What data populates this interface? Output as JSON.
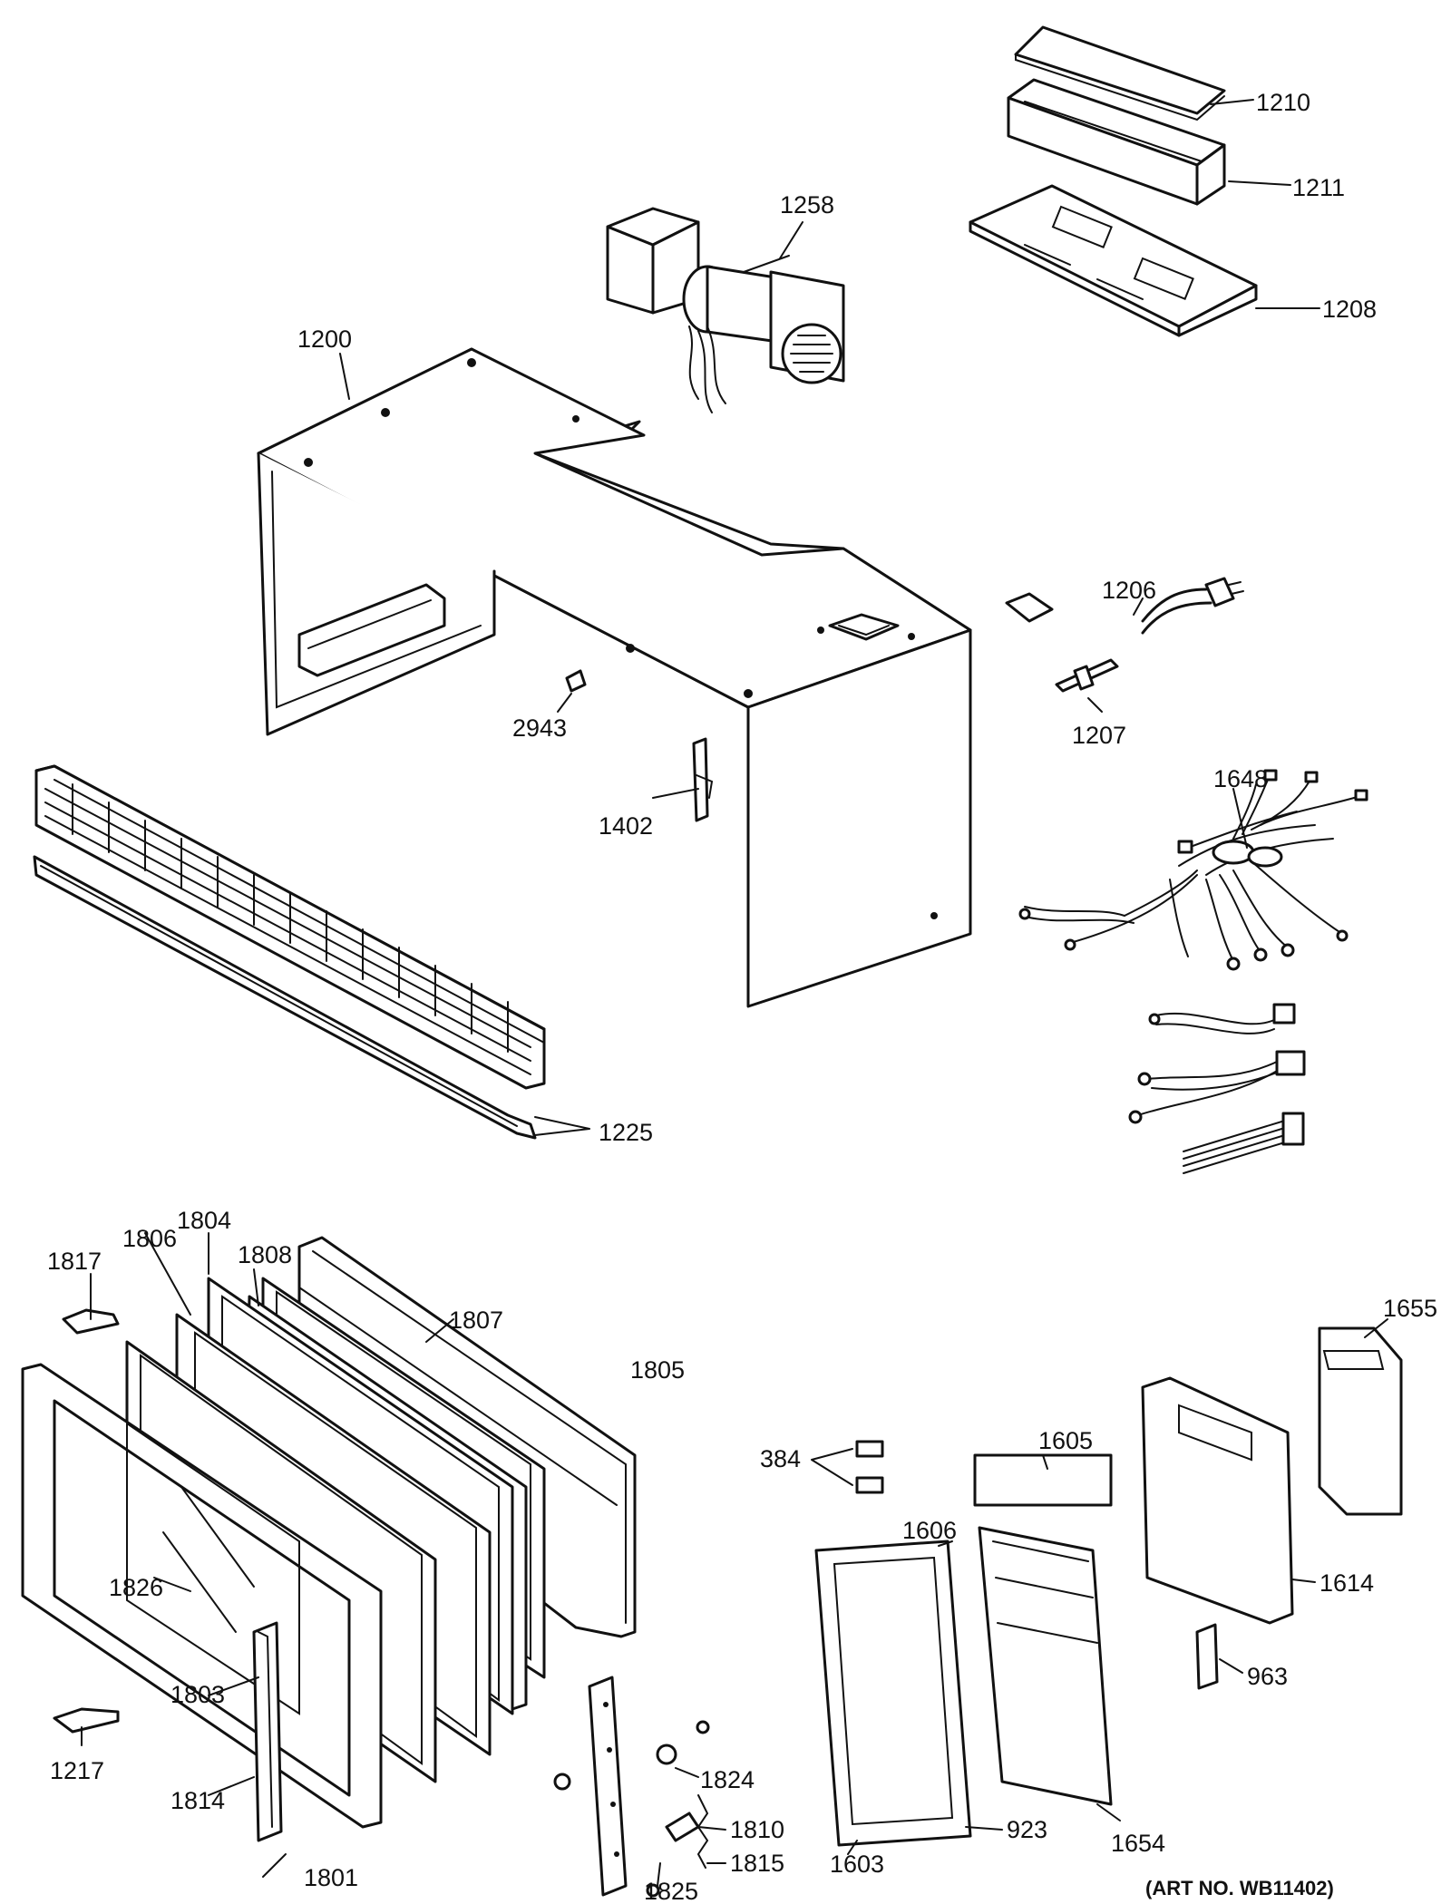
{
  "art_number": "(ART NO. WB11402)",
  "callouts": {
    "c1210": "1210",
    "c1211": "1211",
    "c1208": "1208",
    "c1258": "1258",
    "c1200": "1200",
    "c1206": "1206",
    "c1207": "1207",
    "c2943": "2943",
    "c1402": "1402",
    "c1648": "1648",
    "c1225": "1225",
    "c1804": "1804",
    "c1817": "1817",
    "c1806": "1806",
    "c1808": "1808",
    "c1807": "1807",
    "c1805": "1805",
    "c1826": "1826",
    "c1803": "1803",
    "c1217": "1217",
    "c1814": "1814",
    "c1801": "1801",
    "c1824": "1824",
    "c1810": "1810",
    "c1815": "1815",
    "c1825": "1825",
    "c384": "384",
    "c1605": "1605",
    "c1606": "1606",
    "c1603": "1603",
    "c923": "923",
    "c1654": "1654",
    "c1655": "1655",
    "c1614": "1614",
    "c963": "963"
  }
}
